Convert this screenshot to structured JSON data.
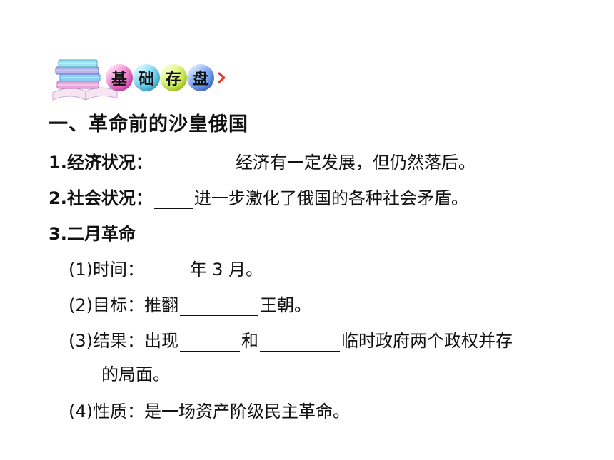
{
  "header": {
    "badges": [
      "基",
      "础",
      "存",
      "盘"
    ],
    "colors": [
      "#ec5cc0",
      "#4ec8f0",
      "#c8ee3c",
      "#5a8cf0"
    ],
    "arrow_color": "#e23a2a"
  },
  "section_title": "一、革命前的沙皇俄国",
  "items": {
    "economy": {
      "label": "1.经济状况：",
      "text": "经济有一定发展，但仍然落后。"
    },
    "society": {
      "label": "2.社会状况：",
      "text": "进一步激化了俄国的各种社会矛盾。"
    },
    "feb_revolution": {
      "label": "3.二月革命",
      "time_prefix": "(1)时间：",
      "time_suffix": "年 3 月。",
      "goal_prefix": "(2)目标：推翻",
      "goal_suffix": "王朝。",
      "result_prefix": "(3)结果：出现",
      "result_and": "和",
      "result_suffix": "临时政府两个政权并存",
      "result_cont": "的局面。",
      "nature": "(4)性质：是一场资产阶级民主革命。"
    }
  }
}
